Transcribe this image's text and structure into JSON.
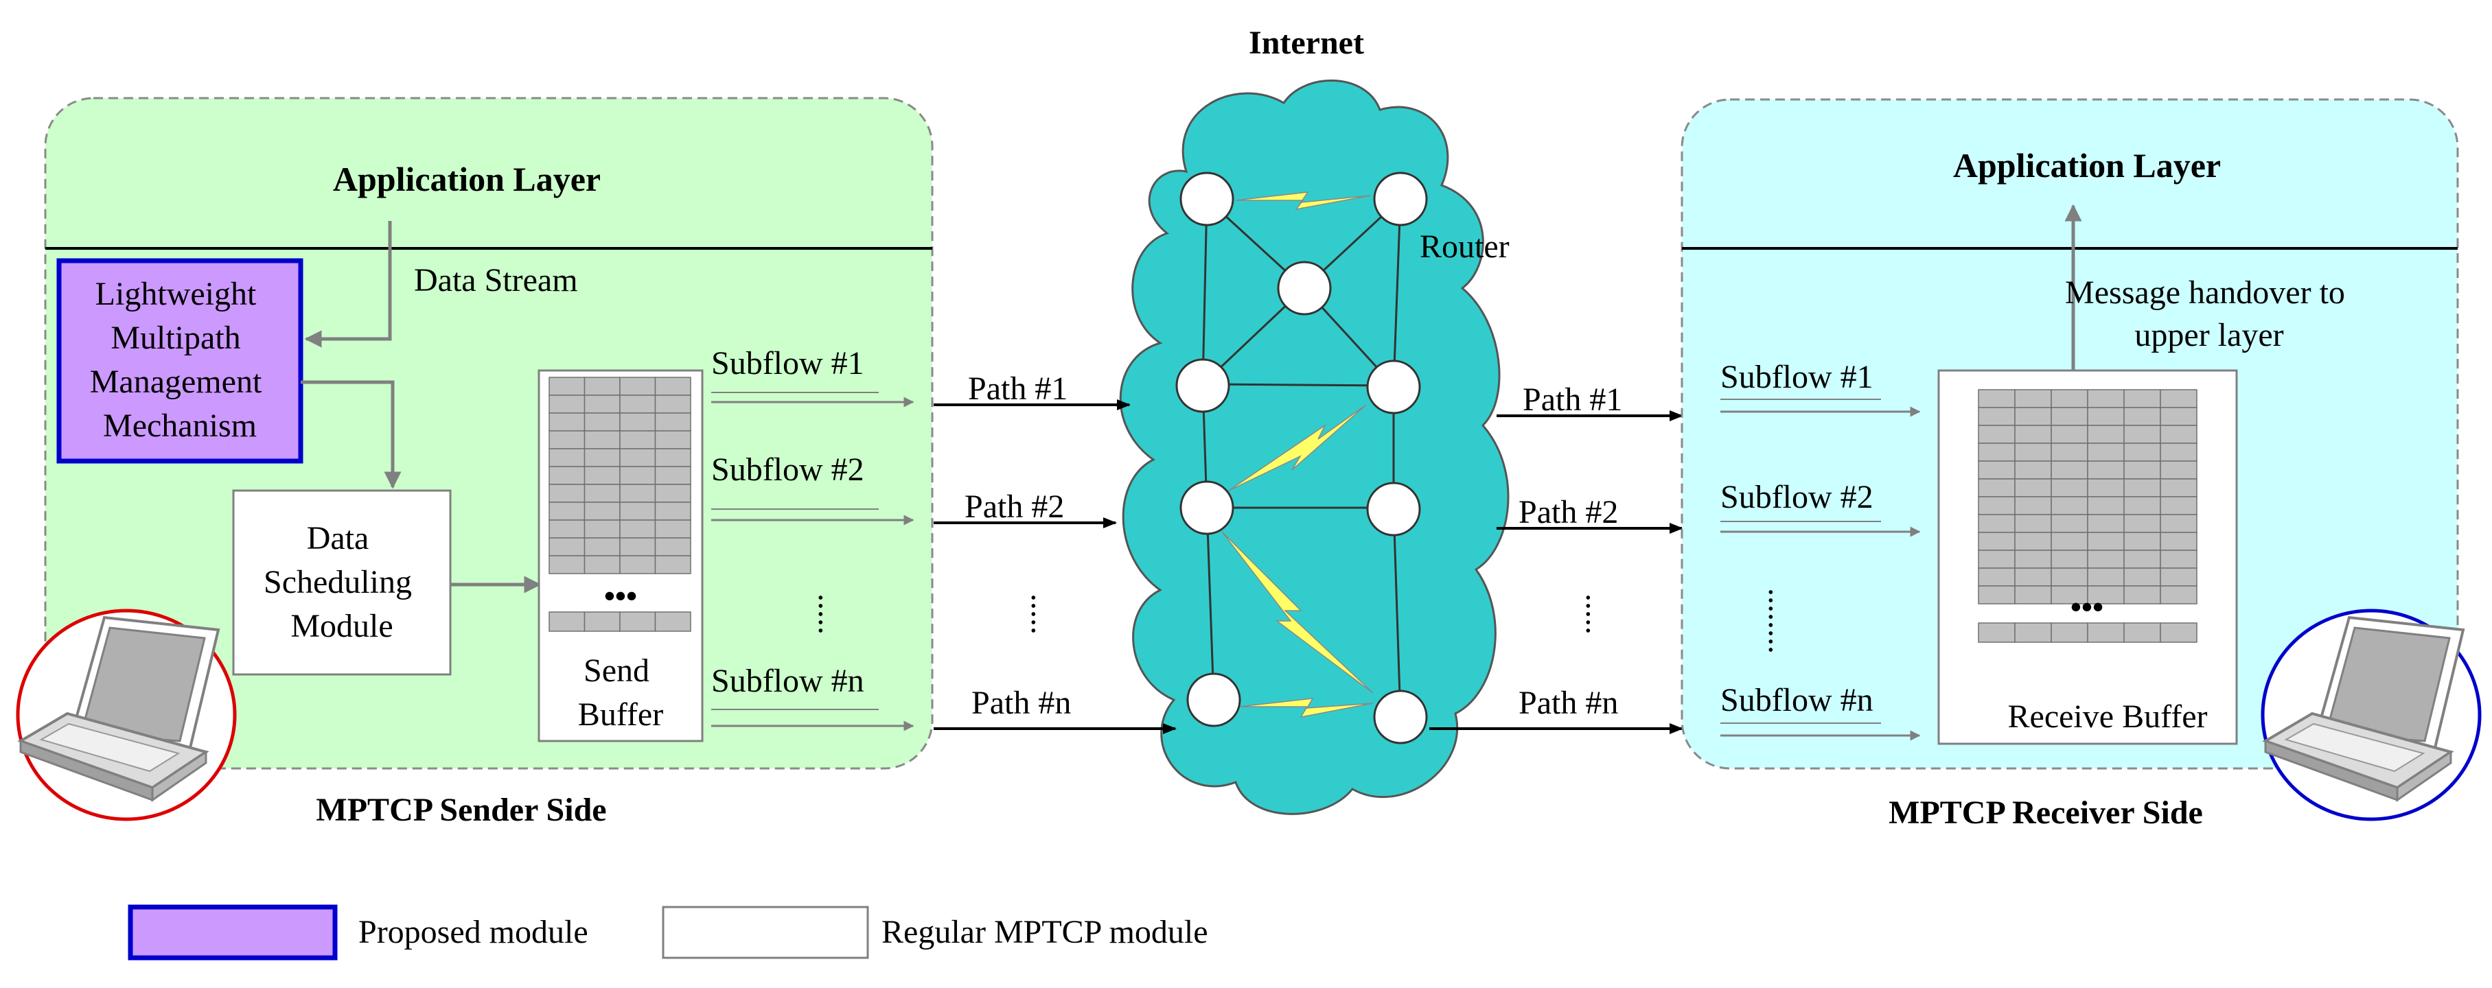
{
  "title": "Internet",
  "sender": {
    "app_layer": "Application Layer",
    "data_stream": "Data Stream",
    "proposed_module": [
      "Lightweight",
      "Multipath",
      "Management",
      "Mechanism"
    ],
    "scheduler": [
      "Data",
      "Scheduling",
      "Module"
    ],
    "buffer_label": [
      "Send",
      "Buffer"
    ],
    "subflows": [
      "Subflow #1",
      "Subflow #2",
      "Subflow #n"
    ],
    "side_label": "MPTCP Sender Side"
  },
  "network": {
    "router_label": "Router",
    "paths_in": [
      "Path #1",
      "Path #2",
      "Path #n"
    ],
    "paths_out": [
      "Path #1",
      "Path #2",
      "Path #n"
    ]
  },
  "receiver": {
    "app_layer": "Application Layer",
    "handover": [
      "Message handover to",
      "upper layer"
    ],
    "subflows": [
      "Subflow #1",
      "Subflow #2",
      "Subflow #n"
    ],
    "buffer_label": "Receive Buffer",
    "side_label": "MPTCP Receiver Side"
  },
  "legend": {
    "proposed": "Proposed module",
    "regular": "Regular MPTCP module"
  },
  "colors": {
    "sender_bg": "#ccffcc",
    "receiver_bg": "#ccffff",
    "cloud": "#33cccc",
    "proposed_fill": "#cc99ff",
    "proposed_border": "#0000cc",
    "buffer_cell": "#c0c0c0",
    "lightning": "#ffff66",
    "sender_laptop_ring": "#dd0000",
    "receiver_laptop_ring": "#0000cc"
  }
}
